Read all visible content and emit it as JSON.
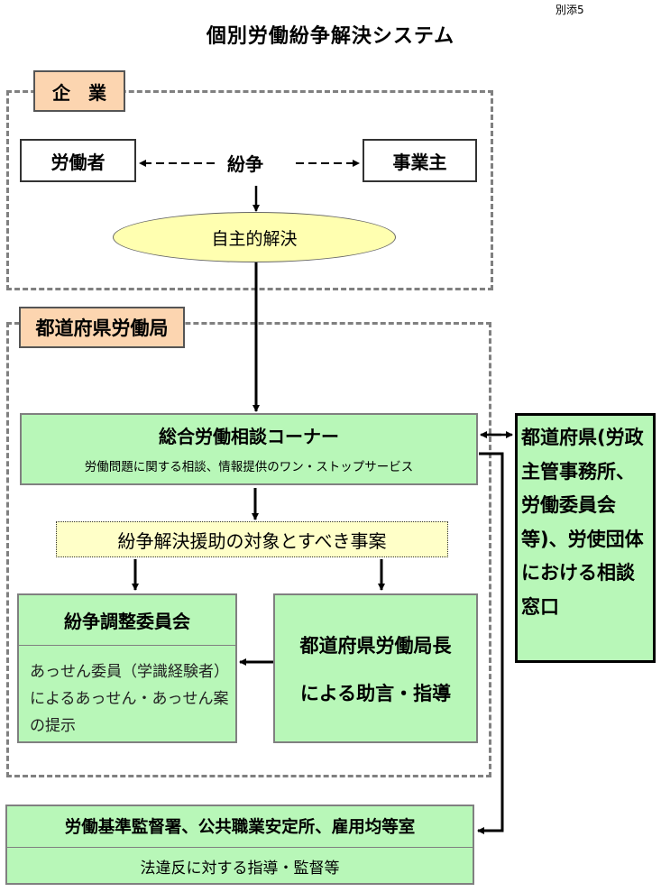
{
  "annex_label": "別添5",
  "title": "個別労働紛争解決システム",
  "company": {
    "tag": "企　業",
    "worker": "労働者",
    "dispute": "紛争",
    "employer": "事業主",
    "self_resolution": "自主的解決"
  },
  "bureau": {
    "tag": "都道府県労働局",
    "consult_corner": {
      "title": "総合労働相談コーナー",
      "subtitle": "労働問題に関する相談、情報提供のワン・ストップサービス"
    },
    "target_cases": "紛争解決援助の対象とすべき事案",
    "committee": {
      "title": "紛争調整委員会",
      "body": "あっせん委員（学識経験者）によるあっせん・あっせん案の提示"
    },
    "director": {
      "line1": "都道府県労働局長",
      "line2": "による助言・指導"
    }
  },
  "prefecture_box": "都道府県(労政主管事務所、労働委員会等)、労使団体における相談窓口",
  "offices": {
    "title": "労働基準監督署、公共職業安定所、雇用均等室",
    "subtitle": "法違反に対する指導・監督等"
  },
  "colors": {
    "tag_fill": "#fcd5b0",
    "green_fill": "#b8f7b8",
    "yellow_fill": "#ffffc8",
    "ellipse_fill": "#ffffb0",
    "dash_border": "#808080"
  }
}
